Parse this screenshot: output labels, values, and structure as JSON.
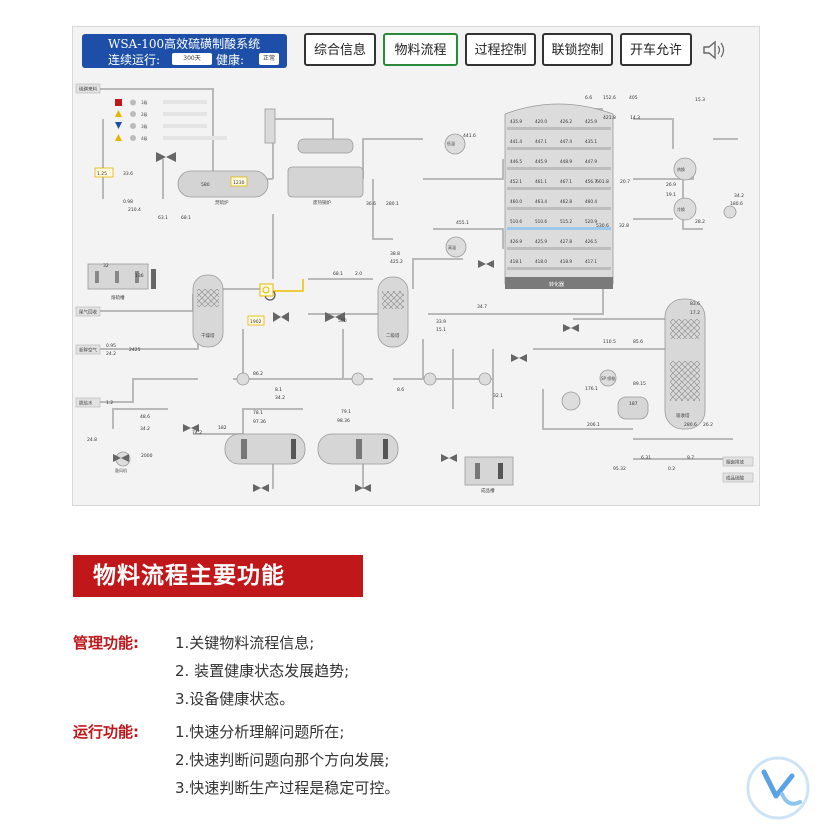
{
  "header": {
    "title_line1": "WSA-100高效硫磺制酸系统",
    "run_label": "连续运行:",
    "run_value": "300天",
    "health_label": "健康:",
    "health_value": "正常"
  },
  "nav": [
    {
      "label": "综合信息",
      "active": false
    },
    {
      "label": "物料流程",
      "active": true
    },
    {
      "label": "过程控制",
      "active": false
    },
    {
      "label": "联锁控制",
      "active": false
    },
    {
      "label": "开车允许",
      "active": false
    }
  ],
  "diagram": {
    "units": {
      "converter": "转化器",
      "furnace": "焚硫炉",
      "waste_boiler": "废热锅炉",
      "dry_tower": "干燥塔",
      "second_tower": "二吸塔",
      "final_tower": "吸收塔",
      "melt_tank": "熔硫槽",
      "acid_tank": "成品槽",
      "blower": "鼓风机",
      "pump_station": "SP 喷枪",
      "heat_ex": "热换",
      "cold_ex": "冷换",
      "high_temp": "高温",
      "low_temp": "低温"
    },
    "legend": [
      "1级",
      "2级",
      "3级",
      "4级"
    ],
    "left_tags": [
      "硫磺来料",
      "尾气回收",
      "新鲜空气",
      "脱盐水"
    ],
    "right_tags": [
      "烟囱排放",
      "成品硫酸"
    ],
    "readings": {
      "r1": "1.25",
      "r2": "33.6",
      "r3": "0.98",
      "r4": "210.4",
      "r5": "63.1",
      "r6": "68.1",
      "r7": "580",
      "r8": "1230",
      "r9": "36.6",
      "r10": "280.1",
      "r11": "38.8",
      "r12": "425.2",
      "r13": "68.1",
      "r14": "2.0",
      "r15": "441.6",
      "r16": "455.1",
      "r17": "34.7",
      "r18": "33.9",
      "r19": "15.1",
      "r20": "0.95",
      "r21": "24.2",
      "r22": "2425",
      "r23": "1.2",
      "r24": "48.6",
      "r25": "34.2",
      "r26": "74.2",
      "r27": "24.8",
      "r28": "2000",
      "r29": "182",
      "r30": "78.1",
      "r31": "97.36",
      "r32": "86.2",
      "r33": "8.1",
      "r34": "34.2",
      "r35": "79.1",
      "r36": "98.36",
      "r37": "8.6",
      "r38": "32.1",
      "r39": "110.5",
      "r40": "85.6",
      "r41": "176.1",
      "r42": "206.1",
      "r43": "187",
      "r44": "89.15",
      "r45": "280.6",
      "r46": "26.2",
      "r47": "6.31",
      "r48": "95.32",
      "r49": "9.7",
      "r50": "0.2",
      "r51": "34.2",
      "r52": "180.6",
      "r53": "83.6",
      "r54": "17.2",
      "r55": "6.6",
      "r56": "152.6",
      "r57": "405",
      "r58": "421.8",
      "r59": "14.3",
      "r60": "601.8",
      "r61": "20.7",
      "r62": "530.6",
      "r63": "32.8",
      "r64": "19.1",
      "r65": "26.9",
      "r66": "28.2",
      "r67": "15.3",
      "r68": "136",
      "r69": "1902",
      "r70": "580",
      "r71": "32"
    },
    "converter_beds": [
      [
        "435.9",
        "420.0",
        "426.2",
        "425.9"
      ],
      [
        "441.4",
        "447.1",
        "447.4",
        "435.1"
      ],
      [
        "446.5",
        "445.9",
        "448.9",
        "447.9"
      ],
      [
        "452.1",
        "461.1",
        "467.1",
        "456.7"
      ],
      [
        "460.0",
        "463.4",
        "462.8",
        "460.4"
      ],
      [
        "510.6",
        "510.6",
        "515.2",
        "520.9"
      ],
      [
        "426.9",
        "425.9",
        "427.8",
        "426.5"
      ],
      [
        "418.1",
        "418.0",
        "418.9",
        "417.1"
      ]
    ]
  },
  "section": {
    "heading": "物料流程主要功能",
    "groups": [
      {
        "label": "管理功能:",
        "items": [
          "1.关键物料流程信息;",
          "2. 装置健康状态发展趋势;",
          "3.设备健康状态。"
        ]
      },
      {
        "label": "运行功能:",
        "items": [
          "1.快速分析理解问题所在;",
          "2.快速判断问题向那个方向发展;",
          "3.快速判断生产过程是稳定可控。"
        ]
      }
    ]
  },
  "colors": {
    "header_blue": "#1d4fa8",
    "active_border": "#2a8a3a",
    "heading_red": "#c0171b"
  }
}
